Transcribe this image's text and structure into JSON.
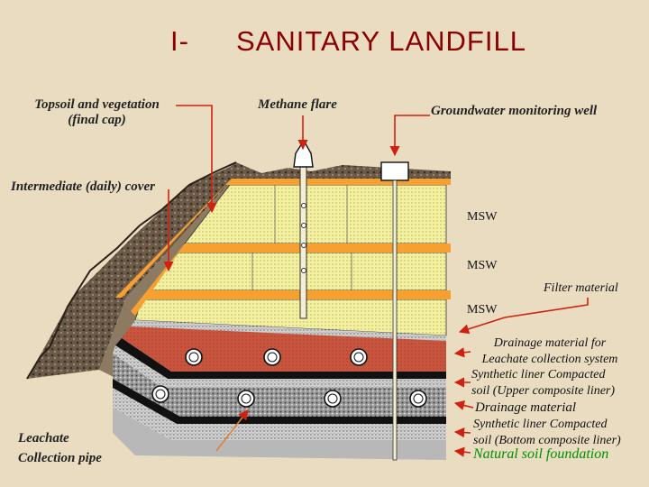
{
  "title": {
    "prefix": "I-",
    "main": "SANITARY LANDFILL"
  },
  "labels": {
    "topsoil_line1": "Topsoil and vegetation",
    "topsoil_line2": "(final cap)",
    "methane": "Methane flare",
    "groundwater": "Groundwater monitoring well",
    "intermediate": "Intermediate (daily) cover",
    "msw_1": "MSW",
    "msw_2": "MSW",
    "msw_3": "MSW",
    "filter": "Filter material",
    "drainage_leachate_line1": "Drainage material for",
    "drainage_leachate_line2": "Leachate collection system",
    "upper_liner_line1": "Synthetic liner Compacted",
    "upper_liner_line2": "soil (Upper composite liner)",
    "drainage": "Drainage material",
    "bottom_liner_line1": "Synthetic liner Compacted",
    "bottom_liner_line2": "soil (Bottom composite liner)",
    "natural_soil": "Natural soil foundation",
    "leachate_pipe_line1": "Leachate",
    "leachate_pipe_line2": "Collection pipe"
  },
  "colors": {
    "background": "#e9dcc0",
    "title": "#8b0000",
    "msw_fill": "#f3f0a0",
    "cover_orange": "#f5a030",
    "drainage_red": "#c8553e",
    "liner_black": "#111111",
    "gravel_gray": "#8a8a8a",
    "foundation_gray": "#b0b0b0",
    "arrow_red": "#d02010",
    "natural_soil_text": "#009000"
  }
}
